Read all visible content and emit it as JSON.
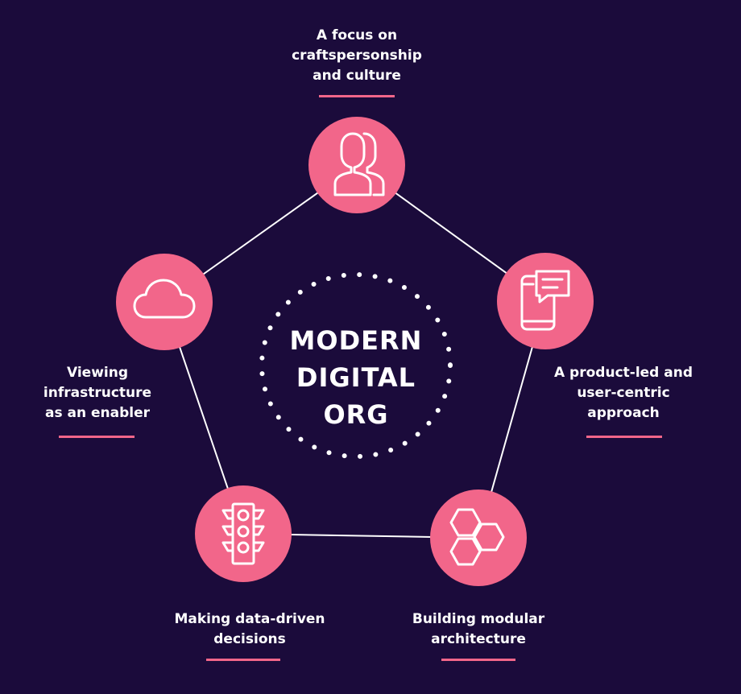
{
  "center": {
    "lines": [
      "MODERN",
      "DIGITAL",
      "ORG"
    ]
  },
  "nodes": [
    {
      "icon": "people-icon",
      "label": [
        "A focus on",
        "craftspersonship",
        "and culture"
      ]
    },
    {
      "icon": "mobile-chat-icon",
      "label": [
        "A product-led and",
        "user-centric",
        "approach"
      ]
    },
    {
      "icon": "hexagons-icon",
      "label": [
        "Building modular",
        "architecture"
      ]
    },
    {
      "icon": "traffic-light-icon",
      "label": [
        "Making data-driven",
        "decisions"
      ]
    },
    {
      "icon": "cloud-icon",
      "label": [
        "Viewing",
        "infrastructure",
        "as an enabler"
      ]
    }
  ],
  "colors": {
    "background": "#1b0b3b",
    "accent": "#f2668a",
    "line": "#ffffff"
  }
}
